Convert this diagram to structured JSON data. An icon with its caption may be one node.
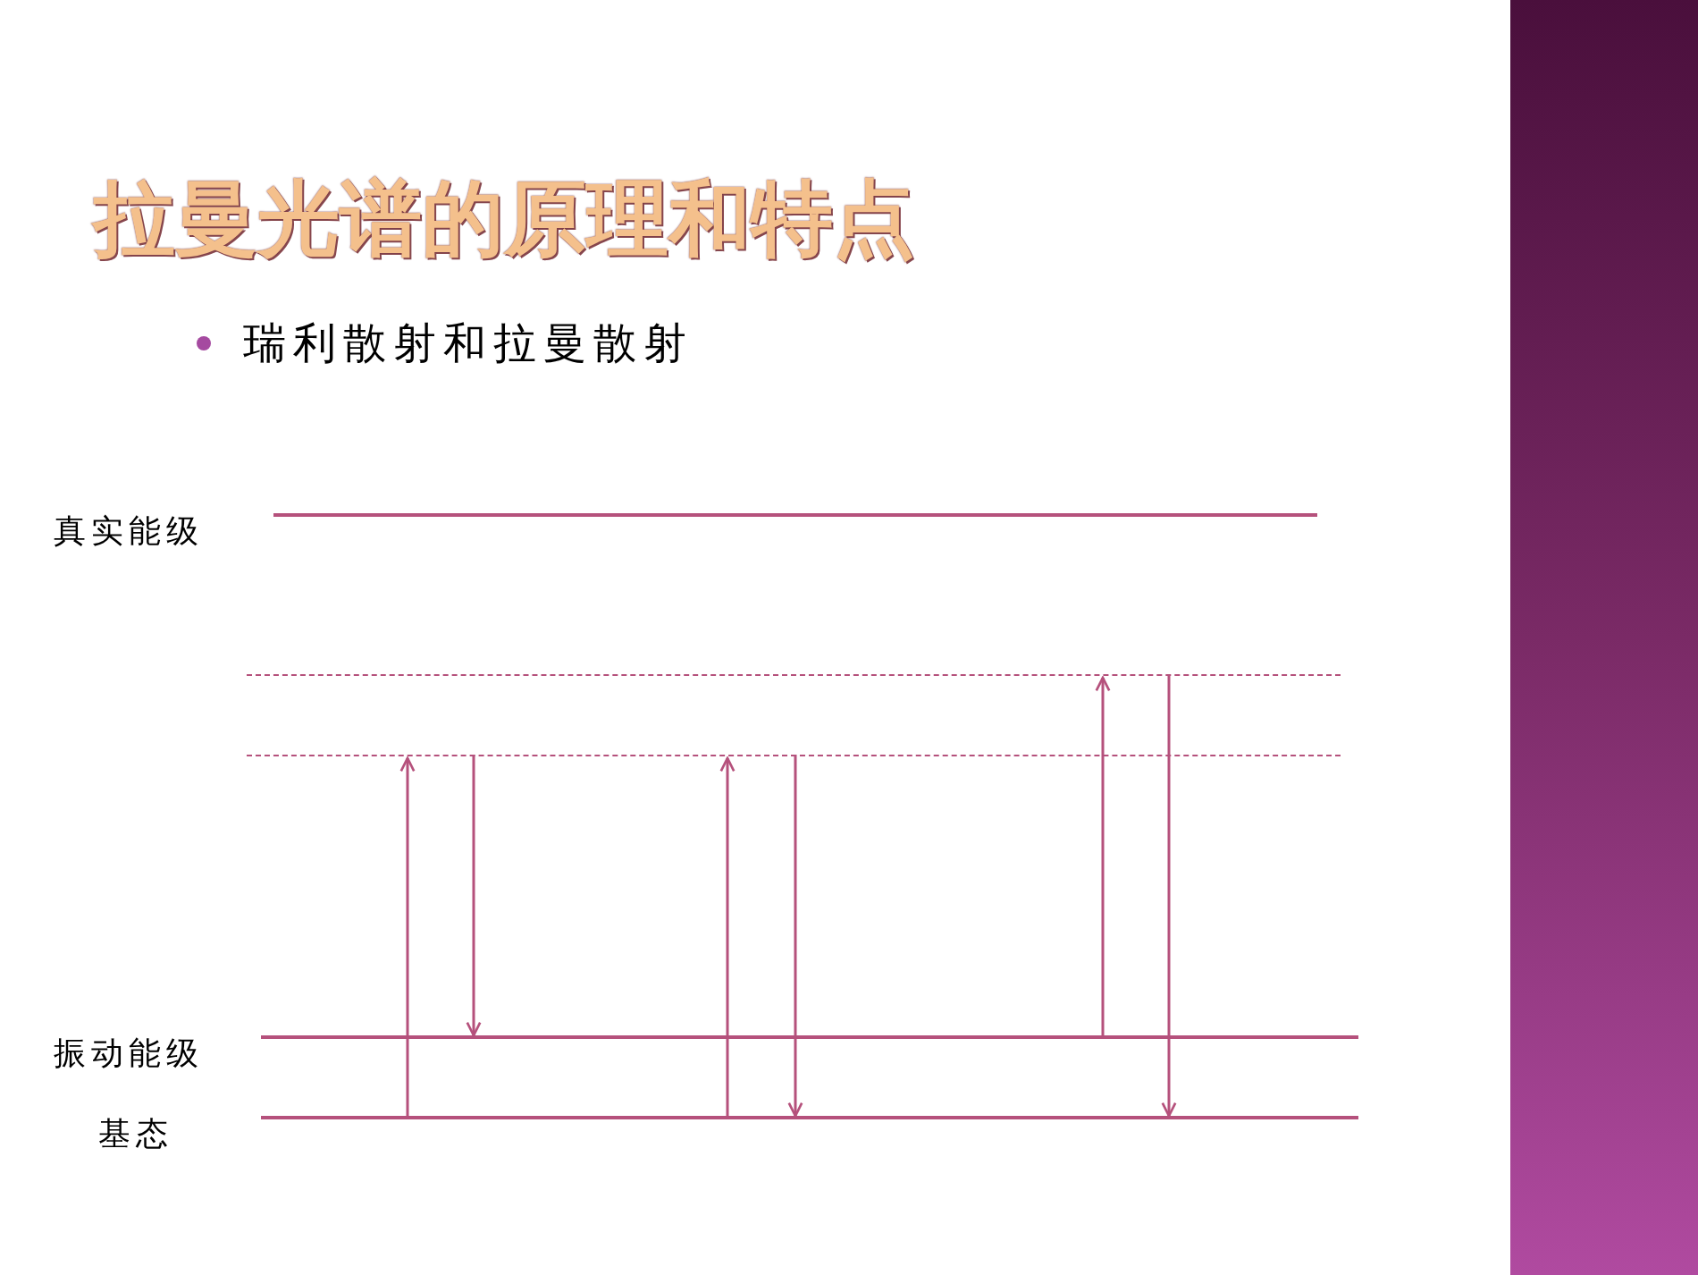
{
  "diagram": {
    "title": "拉曼光谱的原理和特点",
    "nodes": [
      {
        "text": [],
        "shape": "bar",
        "beside": [
          "真实能级"
        ]
      },
      {
        "text": [],
        "shape": "bar"
      },
      {
        "text": [],
        "shape": "bar"
      },
      {
        "text": [],
        "shape": "bar",
        "beside": [
          "振动能级"
        ]
      },
      {
        "text": [],
        "shape": "bar",
        "beside": [
          "基态"
        ]
      }
    ],
    "edges": [
      {
        "from": 4,
        "to": 2,
        "arrow": "to"
      },
      {
        "from": 2,
        "to": 3,
        "arrow": "to"
      },
      {
        "from": 4,
        "to": 2,
        "arrow": "to"
      },
      {
        "from": 2,
        "to": 4,
        "arrow": "to"
      },
      {
        "from": 3,
        "to": 1,
        "arrow": "to"
      },
      {
        "from": 1,
        "to": 4,
        "arrow": "to"
      }
    ],
    "labels": [
      "瑞利散射和拉曼散射"
    ]
  }
}
